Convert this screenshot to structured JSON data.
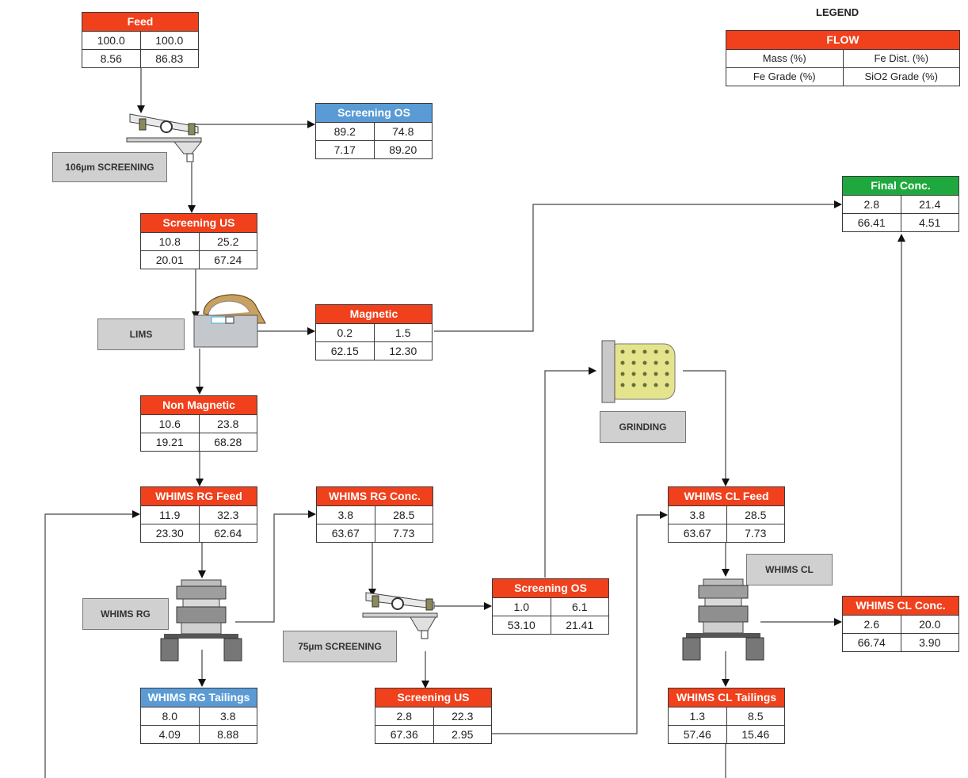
{
  "legend": {
    "title": "LEGEND",
    "flow": "FLOW",
    "mass": "Mass (%)",
    "fe_dist": "Fe Dist. (%)",
    "fe_grade": "Fe Grade (%)",
    "sio2_grade": "SiO2 Grade (%)"
  },
  "colors": {
    "main_stream": "#f0401c",
    "oversize_tailings": "#5b9bd5",
    "final_product": "#1fa83e"
  },
  "equipment": {
    "screen_106": "106µm SCREENING",
    "lims": "LIMS",
    "grinding": "GRINDING",
    "whims_rg": "WHIMS RG",
    "screen_75": "75µm SCREENING",
    "whims_cl": "WHIMS CL"
  },
  "streams": {
    "feed": {
      "name": "Feed",
      "mass": "100.0",
      "fe_dist": "100.0",
      "fe_grade": "8.56",
      "sio2": "86.83"
    },
    "screen_os_1": {
      "name": "Screening OS",
      "mass": "89.2",
      "fe_dist": "74.8",
      "fe_grade": "7.17",
      "sio2": "89.20"
    },
    "screen_us_1": {
      "name": "Screening US",
      "mass": "10.8",
      "fe_dist": "25.2",
      "fe_grade": "20.01",
      "sio2": "67.24"
    },
    "magnetic": {
      "name": "Magnetic",
      "mass": "0.2",
      "fe_dist": "1.5",
      "fe_grade": "62.15",
      "sio2": "12.30"
    },
    "non_magnetic": {
      "name": "Non Magnetic",
      "mass": "10.6",
      "fe_dist": "23.8",
      "fe_grade": "19.21",
      "sio2": "68.28"
    },
    "whims_rg_feed": {
      "name": "WHIMS RG Feed",
      "mass": "11.9",
      "fe_dist": "32.3",
      "fe_grade": "23.30",
      "sio2": "62.64"
    },
    "whims_rg_conc": {
      "name": "WHIMS RG Conc.",
      "mass": "3.8",
      "fe_dist": "28.5",
      "fe_grade": "63.67",
      "sio2": "7.73"
    },
    "whims_rg_tail": {
      "name": "WHIMS RG Tailings",
      "mass": "8.0",
      "fe_dist": "3.8",
      "fe_grade": "4.09",
      "sio2": "8.88"
    },
    "screen_os_2": {
      "name": "Screening OS",
      "mass": "1.0",
      "fe_dist": "6.1",
      "fe_grade": "53.10",
      "sio2": "21.41"
    },
    "screen_us_2": {
      "name": "Screening US",
      "mass": "2.8",
      "fe_dist": "22.3",
      "fe_grade": "67.36",
      "sio2": "2.95"
    },
    "whims_cl_feed": {
      "name": "WHIMS CL Feed",
      "mass": "3.8",
      "fe_dist": "28.5",
      "fe_grade": "63.67",
      "sio2": "7.73"
    },
    "whims_cl_tail": {
      "name": "WHIMS CL Tailings",
      "mass": "1.3",
      "fe_dist": "8.5",
      "fe_grade": "57.46",
      "sio2": "15.46"
    },
    "whims_cl_conc": {
      "name": "WHIMS CL Conc.",
      "mass": "2.6",
      "fe_dist": "20.0",
      "fe_grade": "66.74",
      "sio2": "3.90"
    },
    "final_conc": {
      "name": "Final Conc.",
      "mass": "2.8",
      "fe_dist": "21.4",
      "fe_grade": "66.41",
      "sio2": "4.51"
    }
  }
}
